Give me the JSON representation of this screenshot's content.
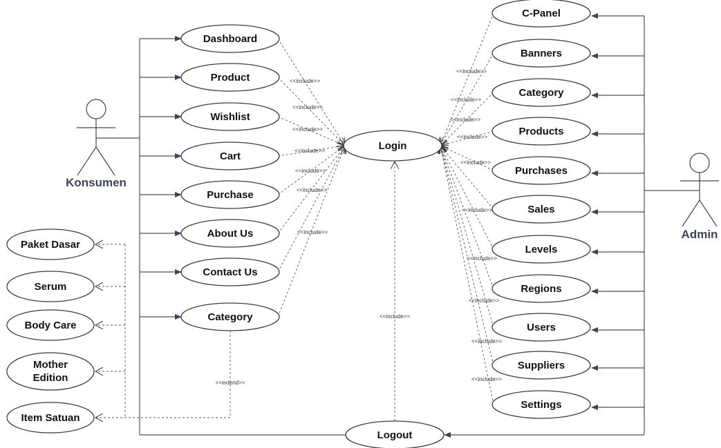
{
  "actors": {
    "konsumen": "Konsumen",
    "admin": "Admin"
  },
  "use_cases": {
    "customer": [
      "Dashboard",
      "Product",
      "Wishlist",
      "Cart",
      "Purchase",
      "About Us",
      "Contact Us",
      "Category"
    ],
    "extensions": [
      "Paket Dasar",
      "Serum",
      "Body Care",
      "Mother Edition",
      "Item Satuan"
    ],
    "admin": [
      "C-Panel",
      "Banners",
      "Category",
      "Products",
      "Purchases",
      "Sales",
      "Levels",
      "Regions",
      "Users",
      "Suppliers",
      "Settings"
    ],
    "login": "Login",
    "logout": "Logout"
  },
  "relations": {
    "include": "<<include>>",
    "extend": "<<extend>>"
  },
  "colors": {
    "actor_label": "#3d4456",
    "line": "#4a4f5a"
  }
}
